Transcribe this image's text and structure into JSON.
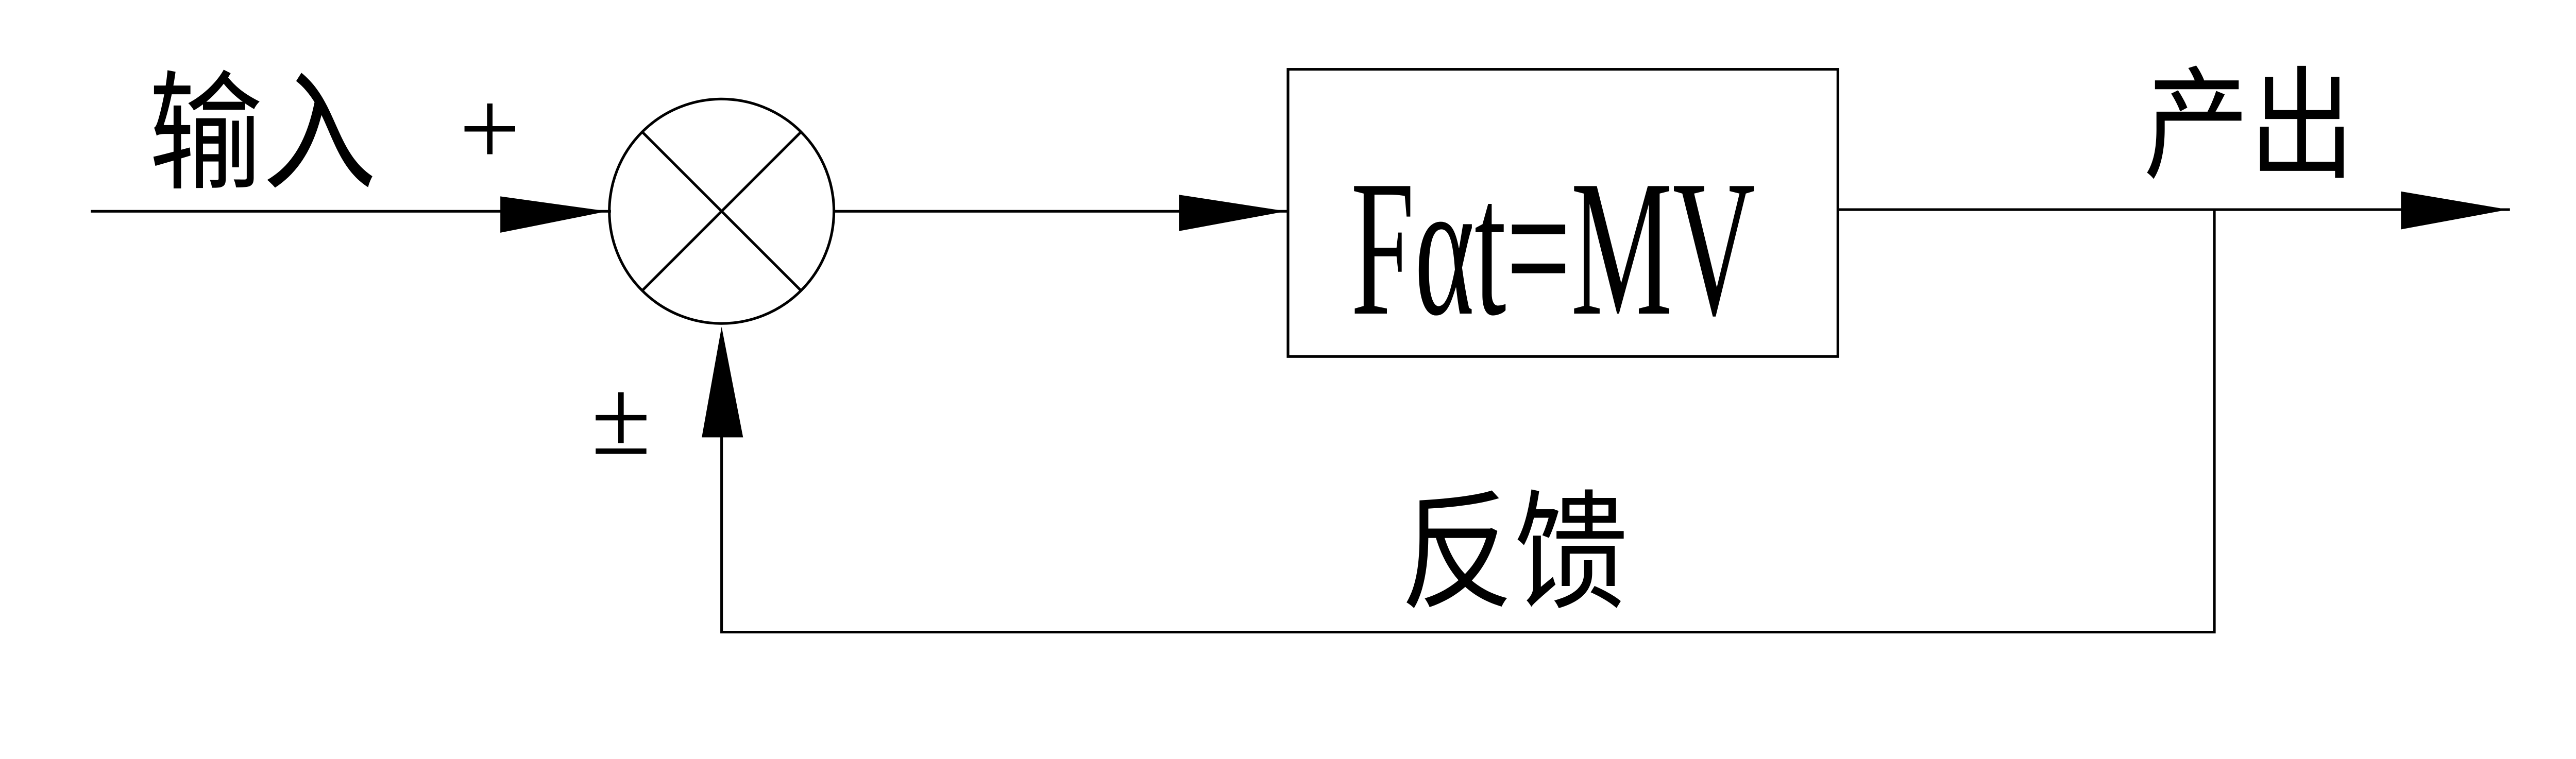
{
  "diagram": {
    "type": "feedback-control-block-diagram",
    "input_label": "输入",
    "input_sign": "+",
    "feedback_sign": "±",
    "block_formula": "Fαt=MV",
    "output_label": "产出",
    "feedback_label": "反馈",
    "line_color": "#000000",
    "background": "#ffffff"
  }
}
